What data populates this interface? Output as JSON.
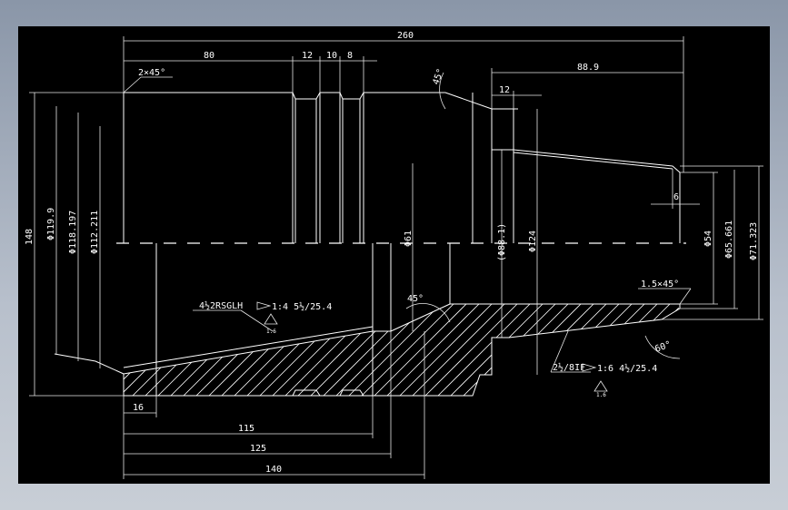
{
  "dimensions": {
    "total_length": "260",
    "len_80": "80",
    "len_12_top": "12",
    "len_10": "10",
    "len_8": "8",
    "len_88_9": "88.9",
    "len_12_right": "12",
    "len_6": "6",
    "len_16": "16",
    "len_115": "115",
    "len_125": "125",
    "len_140": "140",
    "dia_148": "148",
    "dia_119_9": "Φ119.9",
    "dia_118_197": "Φ118.197",
    "dia_112_211": "Φ112.211",
    "dia_61": "Φ61",
    "dia_88_1": "(Φ88.1)",
    "dia_124": "Φ124",
    "dia_54": "Φ54",
    "dia_65_661": "Φ65.661",
    "dia_71_323": "Φ71.323"
  },
  "annotations": {
    "chamfer_left": "2×45°",
    "chamfer_right": "1.5×45°",
    "angle_top": "45°",
    "angle_mid": "45°",
    "angle_60": "60°",
    "thread_left": "4½2RSGLH",
    "taper_left": "1:4 5½/25.4",
    "taper_left_sub": "1.6",
    "thread_right": "2½/8IF",
    "taper_right": "1:6 4½/25.4",
    "taper_right_sub": "1.6"
  }
}
